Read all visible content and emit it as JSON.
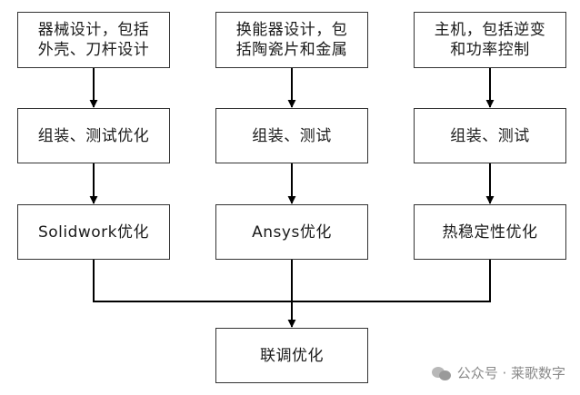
{
  "nodes": {
    "mech_design": [
      "器械设计，包括",
      "外壳、刀杆设计"
    ],
    "transducer_design": [
      "换能器设计，包",
      "括陶瓷片和金属"
    ],
    "host": [
      "主机，包括逆变",
      "和功率控制"
    ],
    "assemble_test_opt": "组装、测试优化",
    "assemble_test_1": "组装、测试",
    "assemble_test_2": "组装、测试",
    "solidwork_opt": "Solidwork优化",
    "ansys_opt": "Ansys优化",
    "thermal_opt": "热稳定性优化",
    "joint_opt": "联调优化"
  },
  "watermark": {
    "icon": "wechat-icon",
    "text": "公众号 · 莱歌数字"
  },
  "colors": {
    "border": "#333333",
    "arrow": "#000000",
    "text": "#1a1a1a",
    "watermark": "#8a8a8a"
  }
}
